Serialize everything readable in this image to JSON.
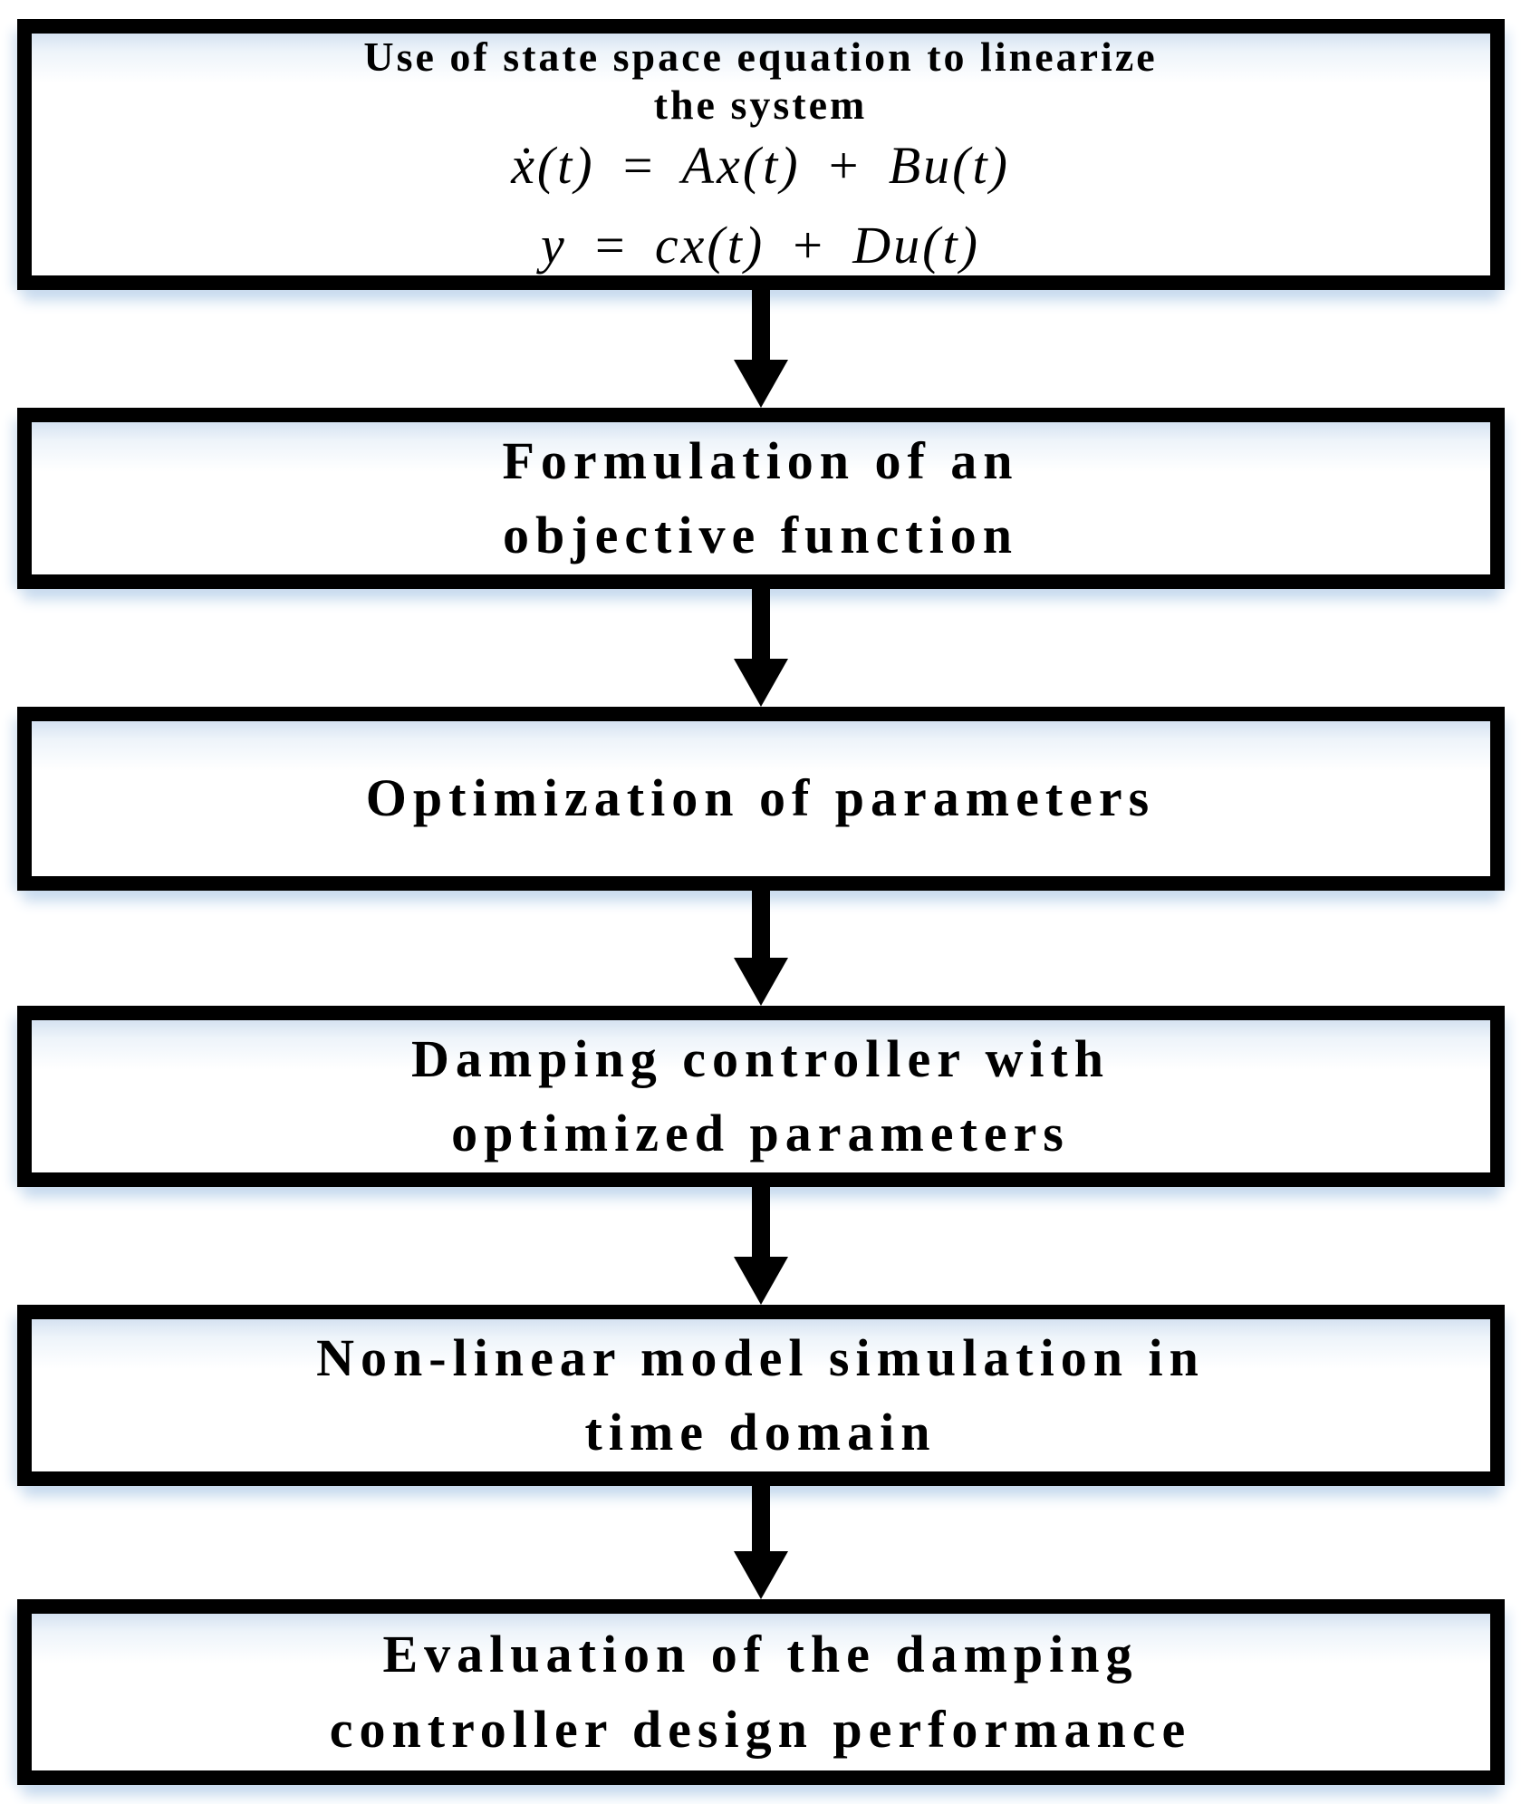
{
  "colors": {
    "box_border": "#000000",
    "text": "#000000",
    "glow_blue": "#d9e5f3",
    "arrow": "#000000",
    "background": "#ffffff"
  },
  "flowchart": {
    "boxes": [
      {
        "title_lines": [
          "Use of state space equation to linearize",
          "the system"
        ],
        "equations": [
          "ẋ(t) = Ax(t) + Bu(t)",
          "y = cx(t) + Du(t)"
        ]
      },
      {
        "label_lines": [
          "Formulation of an",
          "objective function"
        ]
      },
      {
        "label_lines": [
          "Optimization of parameters"
        ]
      },
      {
        "label_lines": [
          "Damping controller with",
          "optimized parameters"
        ]
      },
      {
        "label_lines": [
          "Non-linear model simulation in",
          "time domain"
        ]
      },
      {
        "label_lines": [
          "Evaluation of the damping",
          "controller design performance"
        ]
      }
    ]
  }
}
